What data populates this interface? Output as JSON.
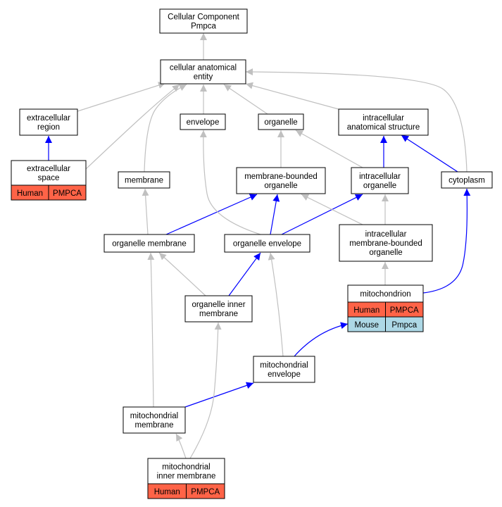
{
  "colors": {
    "is_a_edge": "#c0c0c0",
    "part_of_edge": "#0000ff",
    "human_cell": "#ff6347",
    "mouse_cell": "#add8e6"
  },
  "nodes": {
    "root": {
      "lines": [
        "Cellular Component",
        "Pmpca"
      ]
    },
    "cae": {
      "lines": [
        "cellular anatomical",
        "entity"
      ]
    },
    "extracellular_region": {
      "lines": [
        "extracellular",
        "region"
      ]
    },
    "envelope": {
      "lines": [
        "envelope"
      ]
    },
    "organelle": {
      "lines": [
        "organelle"
      ]
    },
    "intracellular_anatomical_structure": {
      "lines": [
        "intracellular",
        "anatomical structure"
      ]
    },
    "extracellular_space": {
      "lines": [
        "extracellular",
        "space"
      ],
      "annotations": [
        {
          "species": "Human",
          "gene": "PMPCA"
        }
      ]
    },
    "membrane": {
      "lines": [
        "membrane"
      ]
    },
    "membrane_bounded_organelle": {
      "lines": [
        "membrane-bounded",
        "organelle"
      ]
    },
    "intracellular_organelle": {
      "lines": [
        "intracellular",
        "organelle"
      ]
    },
    "cytoplasm": {
      "lines": [
        "cytoplasm"
      ]
    },
    "organelle_membrane": {
      "lines": [
        "organelle membrane"
      ]
    },
    "organelle_envelope": {
      "lines": [
        "organelle envelope"
      ]
    },
    "intracellular_mbo": {
      "lines": [
        "intracellular",
        "membrane-bounded",
        "organelle"
      ]
    },
    "mitochondrion": {
      "lines": [
        "mitochondrion"
      ],
      "annotations": [
        {
          "species": "Human",
          "gene": "PMPCA"
        },
        {
          "species": "Mouse",
          "gene": "Pmpca"
        }
      ]
    },
    "organelle_inner_membrane": {
      "lines": [
        "organelle inner",
        "membrane"
      ]
    },
    "mitochondrial_envelope": {
      "lines": [
        "mitochondrial",
        "envelope"
      ]
    },
    "mitochondrial_membrane": {
      "lines": [
        "mitochondrial",
        "membrane"
      ]
    },
    "mitochondrial_inner_membrane": {
      "lines": [
        "mitochondrial",
        "inner membrane"
      ],
      "annotations": [
        {
          "species": "Human",
          "gene": "PMPCA"
        }
      ]
    }
  },
  "edges": [
    {
      "from": "cae",
      "to": "root",
      "type": "is_a"
    },
    {
      "from": "extracellular_region",
      "to": "cae",
      "type": "is_a"
    },
    {
      "from": "extracellular_space",
      "to": "cae",
      "type": "is_a"
    },
    {
      "from": "membrane",
      "to": "cae",
      "type": "is_a"
    },
    {
      "from": "envelope",
      "to": "cae",
      "type": "is_a"
    },
    {
      "from": "organelle",
      "to": "cae",
      "type": "is_a"
    },
    {
      "from": "intracellular_anatomical_structure",
      "to": "cae",
      "type": "is_a"
    },
    {
      "from": "cytoplasm",
      "to": "cae",
      "type": "is_a"
    },
    {
      "from": "extracellular_space",
      "to": "extracellular_region",
      "type": "part_of"
    },
    {
      "from": "membrane_bounded_organelle",
      "to": "organelle",
      "type": "is_a"
    },
    {
      "from": "intracellular_organelle",
      "to": "organelle",
      "type": "is_a"
    },
    {
      "from": "intracellular_organelle",
      "to": "intracellular_anatomical_structure",
      "type": "part_of"
    },
    {
      "from": "cytoplasm",
      "to": "intracellular_anatomical_structure",
      "type": "part_of"
    },
    {
      "from": "organelle_membrane",
      "to": "membrane",
      "type": "is_a"
    },
    {
      "from": "organelle_membrane",
      "to": "membrane_bounded_organelle",
      "type": "part_of"
    },
    {
      "from": "organelle_envelope",
      "to": "envelope",
      "type": "is_a"
    },
    {
      "from": "organelle_envelope",
      "to": "membrane_bounded_organelle",
      "type": "part_of"
    },
    {
      "from": "organelle_envelope",
      "to": "intracellular_organelle",
      "type": "part_of"
    },
    {
      "from": "intracellular_mbo",
      "to": "membrane_bounded_organelle",
      "type": "is_a"
    },
    {
      "from": "intracellular_mbo",
      "to": "intracellular_organelle",
      "type": "is_a"
    },
    {
      "from": "mitochondrion",
      "to": "intracellular_mbo",
      "type": "is_a"
    },
    {
      "from": "mitochondrion",
      "to": "cytoplasm",
      "type": "part_of"
    },
    {
      "from": "organelle_inner_membrane",
      "to": "organelle_membrane",
      "type": "is_a"
    },
    {
      "from": "organelle_inner_membrane",
      "to": "organelle_envelope",
      "type": "part_of"
    },
    {
      "from": "mitochondrial_envelope",
      "to": "organelle_envelope",
      "type": "is_a"
    },
    {
      "from": "mitochondrial_envelope",
      "to": "mitochondrion",
      "type": "part_of"
    },
    {
      "from": "mitochondrial_membrane",
      "to": "organelle_membrane",
      "type": "is_a"
    },
    {
      "from": "mitochondrial_membrane",
      "to": "mitochondrial_envelope",
      "type": "part_of"
    },
    {
      "from": "mitochondrial_inner_membrane",
      "to": "organelle_inner_membrane",
      "type": "is_a"
    },
    {
      "from": "mitochondrial_inner_membrane",
      "to": "mitochondrial_membrane",
      "type": "is_a"
    }
  ]
}
